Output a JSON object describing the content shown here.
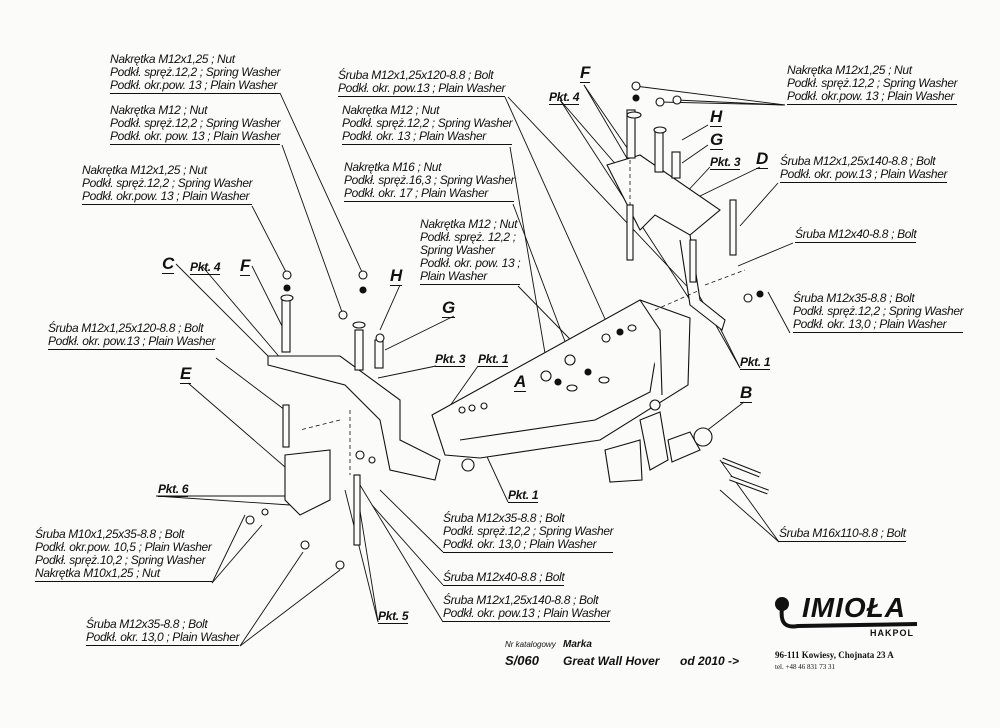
{
  "labels": {
    "l1": [
      "Nakrętka  M12x1,25 ; Nut",
      "Podkł. spręż.12,2 ; Spring Washer",
      "Podkł. okr.pow. 13 ; Plain Washer"
    ],
    "l2": [
      "Nakrętka  M12 ; Nut",
      "Podkł. spręż.12,2 ; Spring Washer",
      "Podkł. okr. pow. 13 ; Plain Washer"
    ],
    "l3": [
      "Nakrętka  M12x1,25 ; Nut",
      "Podkł. spręż.12,2 ; Spring Washer",
      "Podkł. okr.pow. 13 ; Plain Washer"
    ],
    "l4": [
      "Śruba M12x1,25x120-8.8 ;  Bolt",
      "Podkł. okr. pow.13 ; Plain Washer"
    ],
    "l5": [
      "Nakrętka  M12 ; Nut",
      "Podkł. spręż.12,2 ; Spring Washer",
      "Podkł. okr. 13 ; Plain Washer"
    ],
    "l6": [
      "Nakrętka  M16 ; Nut",
      "Podkł. spręż.16,3 ; Spring Washer",
      "Podkł. okr. 17 ; Plain Washer"
    ],
    "l7": [
      "Nakrętka  M12 ; Nut",
      "Podkł. spręż. 12,2 ;",
      "Spring Washer",
      "Podkł. okr. pow. 13 ;",
      "Plain Washer"
    ],
    "r1": [
      "Nakrętka  M12x1,25 ; Nut",
      "Podkł. spręż.12,2 ; Spring Washer",
      "Podkł. okr.pow. 13 ; Plain Washer"
    ],
    "r2": [
      "Śruba M12x1,25x140-8.8 ;  Bolt",
      "Podkł. okr. pow.13 ; Plain Washer"
    ],
    "r3": [
      "Śruba M12x40-8.8 ;  Bolt"
    ],
    "r4": [
      "Śruba M12x35-8.8 ;  Bolt",
      "Podkł. spręż.12,2 ; Spring Washer",
      "Podkł. okr. 13,0 ; Plain Washer"
    ],
    "w1": [
      "Śruba M12x1,25x120-8.8 ;  Bolt",
      "Podkł. okr. pow.13 ; Plain Washer"
    ],
    "b1": [
      "Śruba M10x1,25x35-8.8 ;  Bolt",
      "Podkł. okr.pow. 10,5 ; Plain Washer",
      "Podkł. spręż.10,2 ; Spring Washer",
      "Nakrętka  M10x1,25 ; Nut"
    ],
    "b2": [
      "Śruba M12x35-8.8 ;  Bolt",
      "Podkł. okr. 13,0 ; Plain Washer"
    ],
    "c1": [
      "Śruba M12x35-8.8 ;  Bolt",
      "Podkł. spręż.12,2 ; Spring Washer",
      "Podkł. okr. 13,0 ; Plain Washer"
    ],
    "c2": [
      "Śruba M12x40-8.8 ;  Bolt"
    ],
    "c3": [
      "Śruba M12x1,25x140-8.8 ;  Bolt",
      "Podkł. okr. pow.13 ; Plain Washer"
    ],
    "c4": [
      "Śruba M16x110-8.8 ;  Bolt"
    ]
  },
  "tags": {
    "C": "C",
    "pkt4_left": "Pkt. 4",
    "F_left": "F",
    "H_left": "H",
    "G_left": "G",
    "pkt3_left": "Pkt. 3",
    "pkt1_top": "Pkt. 1",
    "A": "A",
    "E": "E",
    "B": "B",
    "pkt6": "Pkt. 6",
    "pkt1_mid": "Pkt. 1",
    "pkt5": "Pkt. 5",
    "F_right": "F",
    "pkt4_right": "Pkt. 4",
    "H_right": "H",
    "G_right": "G",
    "pkt3_right": "Pkt. 3",
    "D": "D",
    "pkt1_right": "Pkt. 1"
  },
  "footer": {
    "catalog_label": "Nr katalogowy",
    "brand_label": "Marka",
    "catalog_number": "S/060",
    "brand": "Great Wall Hover",
    "year": "od  2010 ->"
  },
  "company": {
    "logo": "IMIOŁA",
    "logo_sub": "HAKPOL",
    "address": "96-111 Kowiesy, Chojnata 23 A",
    "phone": "tel. +48 46 831 73 31"
  }
}
